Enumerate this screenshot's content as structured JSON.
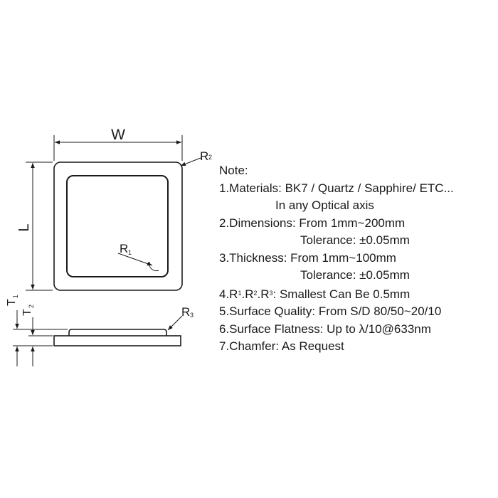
{
  "labels": {
    "width": "W",
    "length": "L",
    "r1": "R",
    "r1_sub": "1",
    "r2": "R",
    "r2_sub": "2",
    "r3": "R",
    "r3_sub": "3",
    "t1": "T",
    "t1_sub": "1",
    "t2": "T",
    "t2_sub": "2"
  },
  "notes": {
    "heading": "Note:",
    "materials": "1.Materials: BK7 / Quartz / Sapphire/ ETC...",
    "materials_cont": "In any Optical axis",
    "dimensions": "2.Dimensions: From 1mm~200mm",
    "dimensions_tol": "Tolerance: ±0.05mm",
    "thickness": "3.Thickness: From 1mm~100mm",
    "thickness_tol": "Tolerance: ±0.05mm",
    "radii_prefix": "4.R",
    "radii_sub1": "1",
    "radii_mid1": ".R",
    "radii_sub2": "2",
    "radii_mid2": ".R",
    "radii_sub3": "3",
    "radii_suffix": ": Smallest Can Be 0.5mm",
    "surface_quality": "5.Surface Quality: From S/D 80/50~20/10",
    "surface_flatness": "6.Surface Flatness: Up to λ/10@633nm",
    "chamfer": "7.Chamfer: As Request"
  }
}
